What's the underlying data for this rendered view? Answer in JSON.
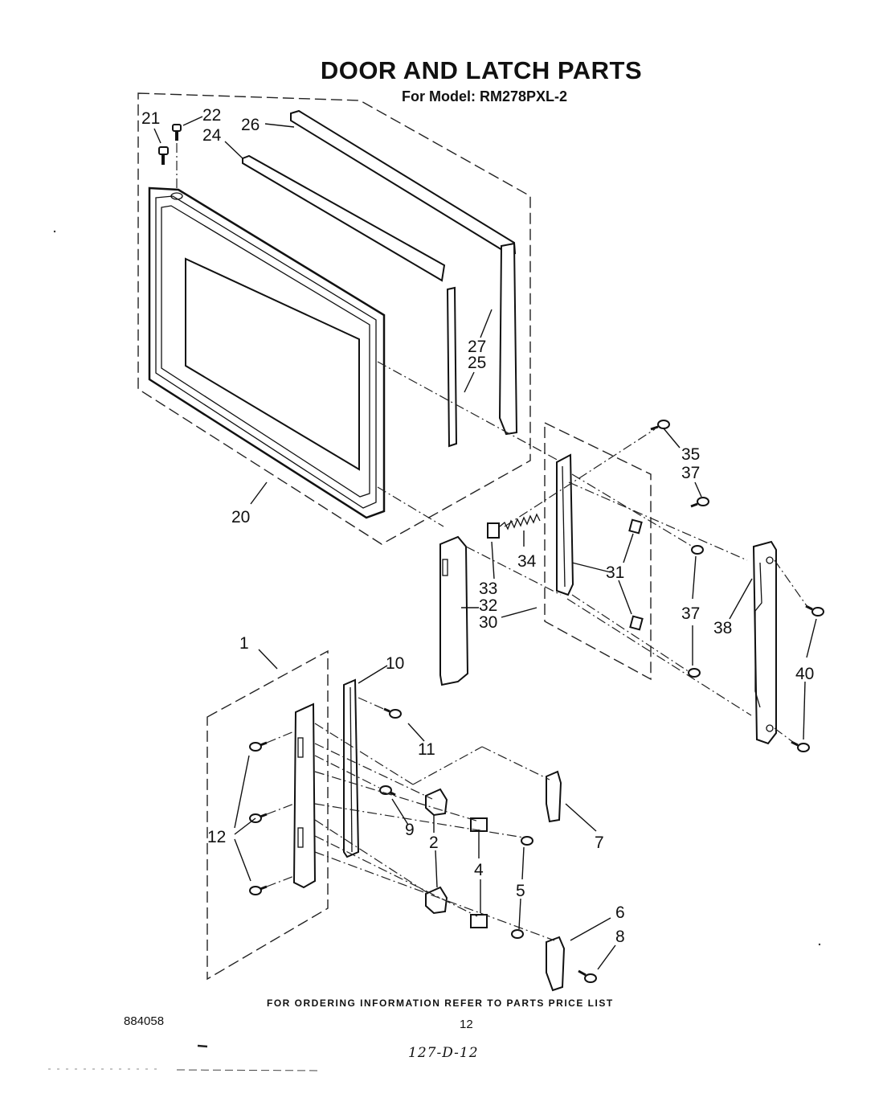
{
  "title": "DOOR AND LATCH PARTS",
  "model_line": "For Model: RM278PXL-2",
  "footer_note": "FOR ORDERING INFORMATION REFER TO PARTS PRICE LIST",
  "document_number": "884058",
  "page_number": "12",
  "handwritten_code": "127-D-12",
  "callouts": {
    "c1": "1",
    "c2": "2",
    "c4": "4",
    "c5": "5",
    "c6": "6",
    "c7": "7",
    "c8": "8",
    "c9": "9",
    "c10": "10",
    "c11": "11",
    "c12": "12",
    "c20": "20",
    "c21": "21",
    "c22": "22",
    "c24": "24",
    "c25": "25",
    "c26": "26",
    "c27": "27",
    "c30": "30",
    "c31": "31",
    "c32": "32",
    "c33": "33",
    "c34": "34",
    "c35": "35",
    "c37a": "37",
    "c37b": "37",
    "c38": "38",
    "c40": "40"
  }
}
